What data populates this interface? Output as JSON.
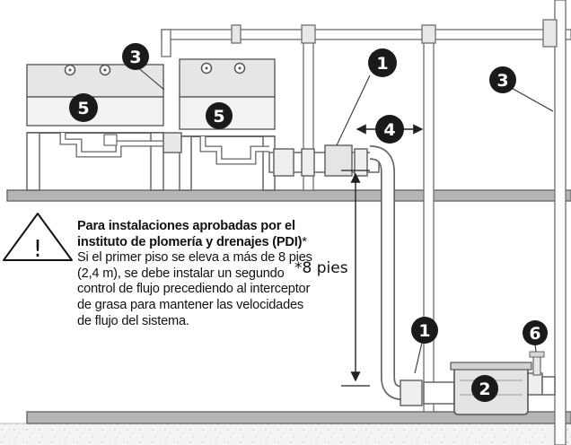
{
  "callouts": {
    "flow_control_top": "1",
    "flow_control_bottom": "1",
    "interceptor": "2",
    "vent_left": "3",
    "vent_right": "3",
    "distance": "4",
    "fixture_left": "5",
    "fixture_right": "5",
    "valve": "6"
  },
  "dimension_label": "*8 pies",
  "warning_glyph": "!",
  "note": {
    "bold_text": "Para instalaciones aprobadas por el instituto de plomería y drenajes (PDI)",
    "body_text": "* Si el primer piso se eleva a más de 8 pies (2,4 m), se debe instalar un segundo control de flujo precediendo al interceptor de grasa para mantener las velocidades de flujo del sistema."
  },
  "icons": [
    "warning-triangle-icon"
  ]
}
